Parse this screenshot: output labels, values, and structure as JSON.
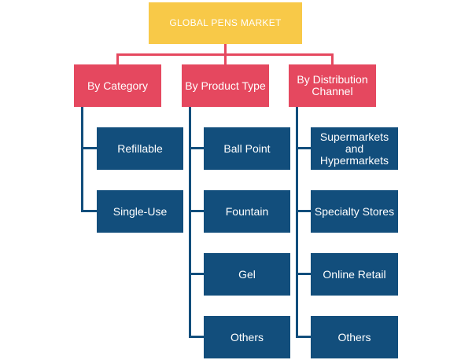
{
  "root": {
    "label": "GLOBAL PENS MARKET"
  },
  "colors": {
    "root": "#f8c948",
    "category": "#e5485f",
    "leaf": "#124e7c",
    "text": "#ffffff"
  },
  "categories": [
    {
      "label": "By Category",
      "items": [
        "Refillable",
        "Single-Use"
      ]
    },
    {
      "label": "By Product Type",
      "items": [
        "Ball Point",
        "Fountain",
        "Gel",
        "Others"
      ]
    },
    {
      "label": "By Distribution Channel",
      "items": [
        "Supermarkets and Hypermarkets",
        "Specialty Stores",
        "Online Retail",
        "Others"
      ]
    }
  ]
}
